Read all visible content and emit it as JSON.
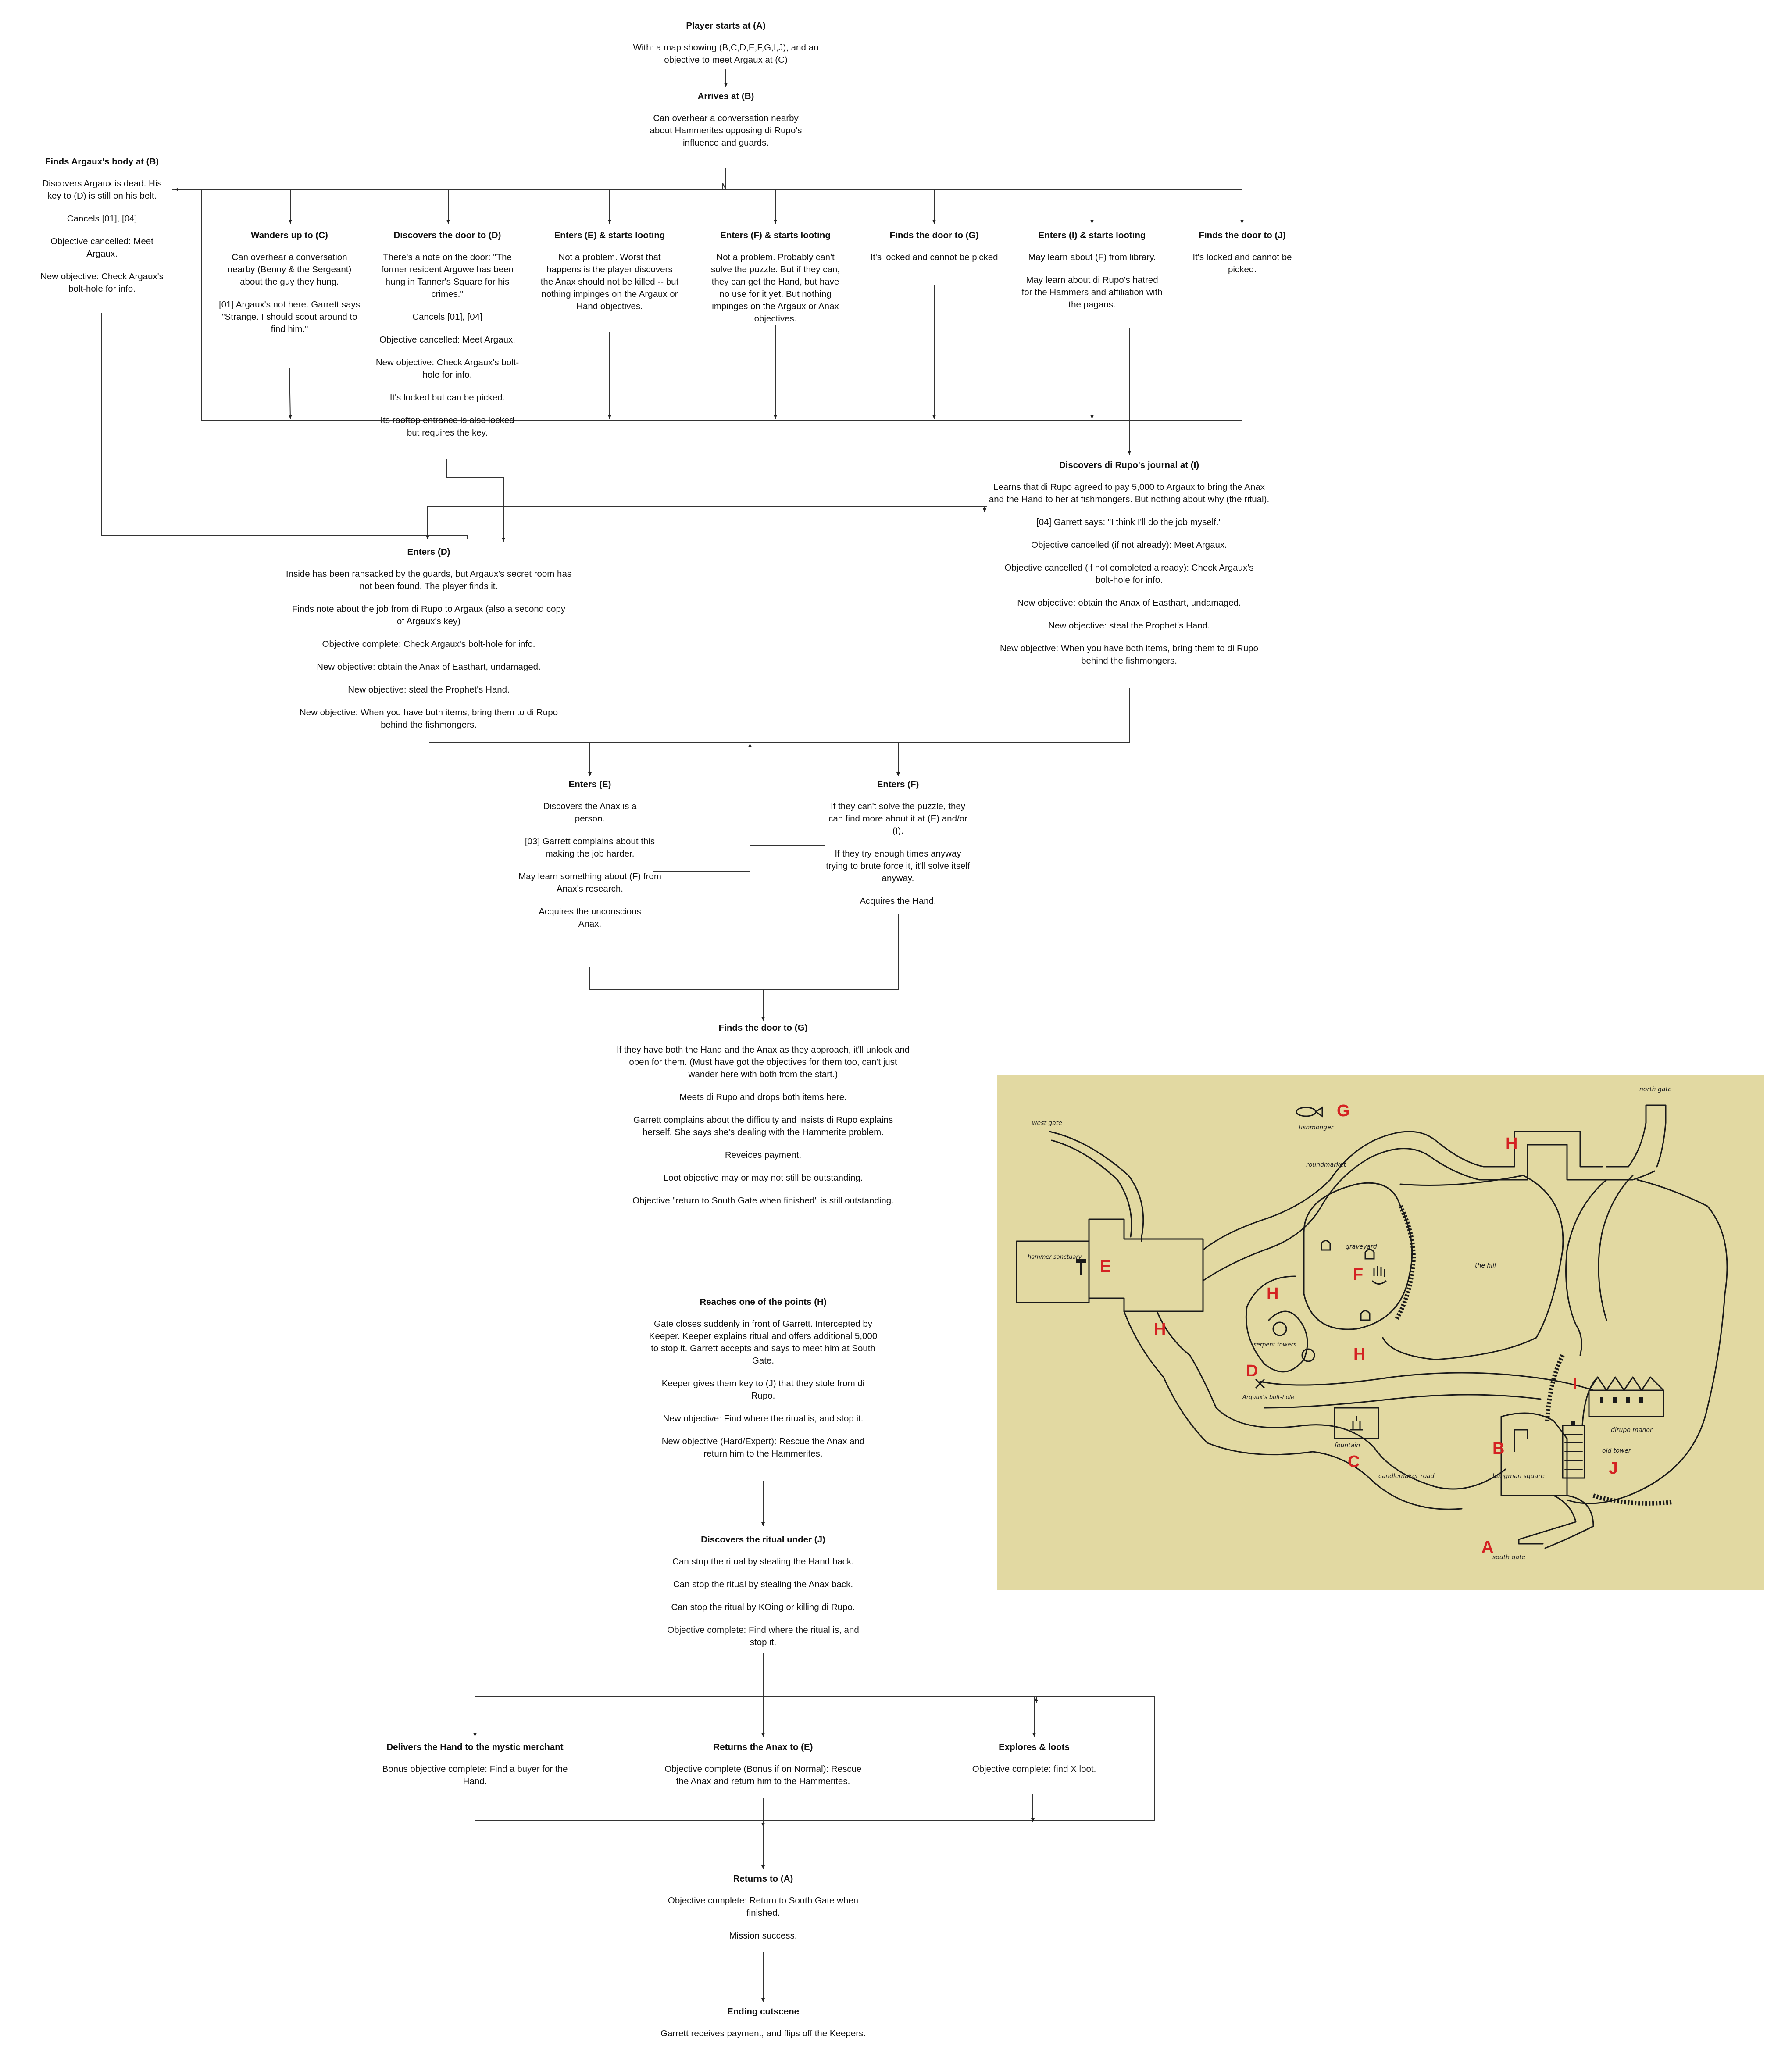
{
  "nodes": {
    "A": {
      "title": "Player starts at (A)",
      "lines": [
        "With: a map showing (B,C,D,E,F,G,I,J), and an objective to meet Argaux at (C)"
      ]
    },
    "B": {
      "title": "Arrives at (B)",
      "lines": [
        "Can overhear a conversation nearby about Hammerites opposing di Rupo's influence and guards."
      ]
    },
    "body": {
      "title": "Finds Argaux's body at (B)",
      "lines": [
        "Discovers Argaux is dead. His key to (D) is still on his belt.",
        "Cancels [01], [04]",
        "Objective cancelled: Meet Argaux.",
        "New objective: Check Argaux's bolt-hole for info."
      ]
    },
    "C": {
      "title": "Wanders up to (C)",
      "lines": [
        "Can overhear a conversation nearby (Benny & the Sergeant) about the guy they hung.",
        "[01] Argaux's not here. Garrett says \"Strange. I should scout around to find him.\""
      ]
    },
    "Ddoor": {
      "title": "Discovers the door to (D)",
      "lines": [
        "There's a note on the door: \"The former resident Argowe has been hung in Tanner's Square for his crimes.\"",
        "Cancels [01], [04]",
        "Objective cancelled: Meet Argaux.",
        "New objective: Check Argaux's bolt-hole for info.",
        "It's locked but can be picked.",
        "Its rooftop entrance is also locked but requires the key."
      ]
    },
    "Eloot": {
      "title": "Enters (E) & starts looting",
      "lines": [
        "Not a problem. Worst that happens is the player discovers the Anax should not be killed -- but nothing impinges on the Argaux or Hand objectives."
      ]
    },
    "Floot": {
      "title": "Enters (F) & starts looting",
      "lines": [
        "Not a problem. Probably can't solve the puzzle. But if they can, they can get the Hand, but have no use for it yet. But nothing impinges on the Argaux or Anax objectives."
      ]
    },
    "Gdoor": {
      "title": "Finds the door to (G)",
      "lines": [
        "It's locked and cannot be picked"
      ]
    },
    "Iloot": {
      "title": "Enters (I) & starts looting",
      "lines": [
        "May learn about (F) from library.",
        "May learn about di Rupo's hatred for the Hammers and affiliation with the pagans."
      ]
    },
    "Jdoor": {
      "title": "Finds the door to (J)",
      "lines": [
        "It's locked and cannot be picked."
      ]
    },
    "journal": {
      "title": "Discovers di Rupo's journal at (I)",
      "lines": [
        "Learns that di Rupo agreed to pay 5,000 to Argaux to bring the Anax and the Hand to her at fishmongers. But nothing about why (the ritual).",
        "[04] Garrett says: \"I think I'll do the job myself.\"",
        "Objective cancelled (if not already): Meet Argaux.",
        "Objective cancelled (if not completed already): Check Argaux's bolt-hole for info.",
        "New objective: obtain the Anax of Easthart, undamaged.",
        "New objective: steal the Prophet's Hand.",
        "New objective: When you have both items, bring them to di Rupo behind the fishmongers."
      ]
    },
    "Denter": {
      "title": "Enters (D)",
      "lines": [
        "Inside has been ransacked by the guards, but Argaux's secret room has not been found. The player finds it.",
        "Finds note about the job from di Rupo to Argaux (also a second copy of Argaux's key)",
        "Objective complete: Check Argaux's bolt-hole for info.",
        "New objective: obtain the Anax of Easthart, undamaged.",
        "New objective: steal the Prophet's Hand.",
        "New objective: When you have both items, bring them to di Rupo behind the fishmongers."
      ]
    },
    "Eenter": {
      "title": "Enters (E)",
      "lines": [
        "Discovers the Anax is a person.",
        "[03] Garrett complains about this making the job harder.",
        "May learn something about (F) from Anax's research.",
        "Acquires the unconscious Anax."
      ]
    },
    "Fenter": {
      "title": "Enters (F)",
      "lines": [
        "If they can't solve the puzzle, they can find more about it at (E) and/or (I).",
        "If they try enough times anyway trying to brute force it, it'll solve itself anyway.",
        "Acquires the Hand."
      ]
    },
    "Gfind": {
      "title": "Finds the door to (G)",
      "lines": [
        "If they have both the Hand and the Anax as they approach, it'll unlock and open for them. (Must have got the objectives for them too, can't just wander here with both from the start.)",
        "Meets di Rupo and drops both items here.",
        "Garrett complains about the difficulty and insists di Rupo explains herself. She says she's dealing with the Hammerite problem.",
        "Reveices payment.",
        "Loot objective may or may not still be outstanding.",
        "Objective \"return to South Gate when finished\" is still outstanding."
      ]
    },
    "H": {
      "title": "Reaches one of the points (H)",
      "lines": [
        "Gate closes suddenly in front of Garrett. Intercepted by Keeper. Keeper explains ritual and offers additional 5,000 to stop it. Garrett accepts and says to meet him at South Gate.",
        "Keeper gives them key to (J) that they stole from di Rupo.",
        "New objective: Find where the ritual is, and stop it.",
        "New objective (Hard/Expert): Rescue the Anax and return him to the Hammerites."
      ]
    },
    "ritual": {
      "title": "Discovers the ritual under (J)",
      "lines": [
        "Can stop the ritual by stealing the Hand back.",
        "Can stop the ritual by stealing the Anax back.",
        "Can stop the ritual by KOing or killing di Rupo.",
        "Objective complete: Find where the ritual is, and stop it."
      ]
    },
    "hand": {
      "title": "Delivers the Hand to the mystic merchant",
      "lines": [
        "Bonus objective complete: Find a buyer for the Hand."
      ]
    },
    "anax": {
      "title": "Returns the Anax to (E)",
      "lines": [
        "Objective complete (Bonus if on Normal): Rescue the Anax and return him to the Hammerites."
      ]
    },
    "explore": {
      "title": "Explores & loots",
      "lines": [
        "Objective complete: find X loot."
      ]
    },
    "returnA": {
      "title": "Returns to (A)",
      "lines": [
        "Objective complete: Return to South Gate when finished.",
        "Mission success."
      ]
    },
    "ending": {
      "title": "Ending cutscene",
      "lines": [
        "Garrett receives payment, and flips off the Keepers."
      ]
    }
  },
  "map": {
    "background": "#e2d9a2",
    "ink": "#1a1a1a",
    "letter_color": "#d42222",
    "letters": [
      "G",
      "H",
      "E",
      "F",
      "H",
      "H",
      "H",
      "D",
      "I",
      "B",
      "J",
      "C",
      "A"
    ],
    "labels": [
      "north gate",
      "west gate",
      "fishmonger",
      "roundmarket",
      "graveyard",
      "the hill",
      "hammer sanctuary",
      "serpent towers",
      "Argaux's bolt-hole",
      "fountain",
      "candlemaker road",
      "hangman square",
      "old tower",
      "dirupo manor",
      "south gate"
    ],
    "icons": [
      "fish-icon",
      "hammer-icon",
      "hand-icon",
      "tombstone-icon",
      "serpent-icon",
      "x-mark-icon",
      "fountain-icon",
      "gallows-icon",
      "tower-icon",
      "manor-icon"
    ]
  }
}
